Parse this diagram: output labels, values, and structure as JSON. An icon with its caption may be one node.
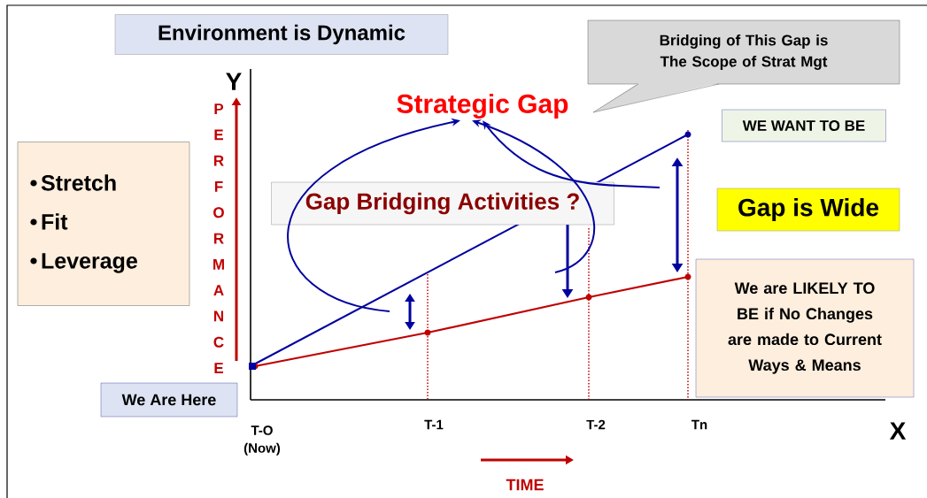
{
  "diagram": {
    "nodes": [
      {
        "text": [
          "Environment is Dynamic"
        ]
      },
      {
        "text": [
          "Bridging of This Gap is The Scope of Strat Mgt"
        ]
      },
      {
        "text": [
          "Strategic Gap"
        ]
      },
      {
        "text": [
          "WE WANT TO BE"
        ]
      },
      {
        "text": [
          "Stretch",
          "Fit",
          "Leverage"
        ]
      },
      {
        "text": [
          "Gap Bridging Activities ?"
        ]
      },
      {
        "text": [
          "Gap is Wide"
        ]
      },
      {
        "text": [
          "We are LIKELY TO BE if No Changes are made to Current Ways & Means"
        ]
      },
      {
        "text": [
          "We Are Here"
        ]
      }
    ],
    "edges": [
      {
        "from": null,
        "to": 2,
        "arrow": "to"
      },
      {
        "from": null,
        "to": 2,
        "arrow": "to"
      },
      {
        "from": null,
        "to": 2,
        "arrow": "to"
      }
    ],
    "labels": [
      "Y",
      "PERFORMANCE",
      "T-O (Now)",
      "T-1",
      "T-2",
      "Tn",
      "X",
      "TIME"
    ]
  }
}
